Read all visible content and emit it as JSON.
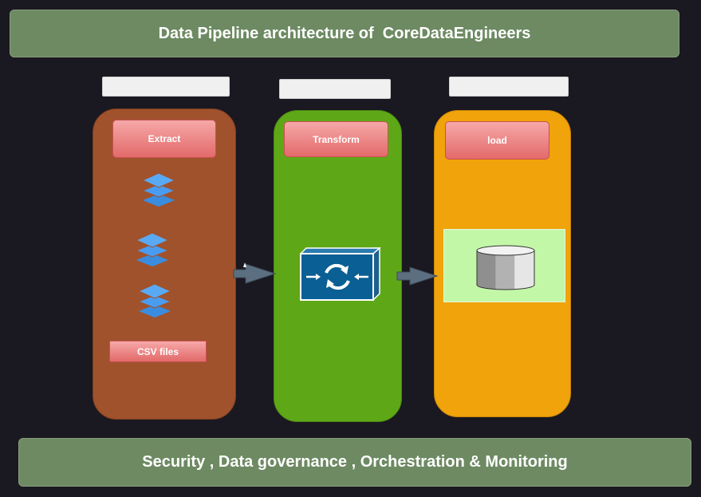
{
  "title": "Data Pipeline architecture of  CoreDataEngineers",
  "footer": "Security , Data governance , Orchestration & Monitoring",
  "stages": {
    "extract": {
      "label": "Extract",
      "source_label": "CSV files",
      "color": "#a0522d"
    },
    "transform": {
      "label": "Transform",
      "color": "#5ea818"
    },
    "load": {
      "label": "load",
      "color": "#f0a30a"
    }
  },
  "icons": [
    "layers-icon",
    "arrow-right-icon",
    "transform-switch-icon",
    "database-cylinder-icon"
  ]
}
